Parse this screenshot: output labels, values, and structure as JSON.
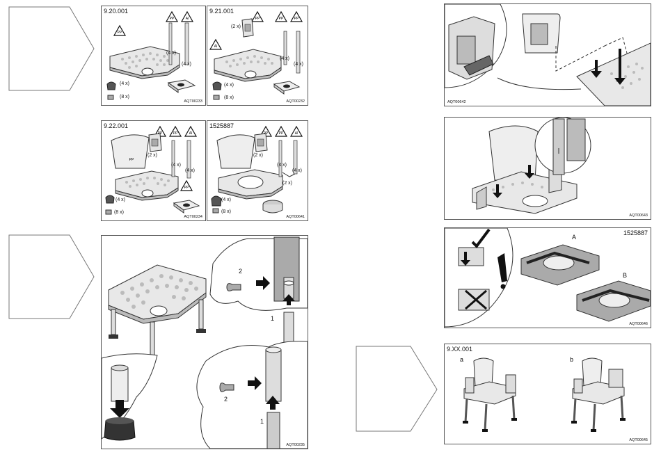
{
  "panels": {
    "p1": {
      "code": "9.20.001",
      "aqt": "AQT00233",
      "qty": [
        "(4 x)",
        "(4 x)",
        "(4 x)",
        "(8 x)"
      ],
      "recycle": [
        "PP",
        "PP",
        "Al"
      ]
    },
    "p2": {
      "code": "9.21.001",
      "aqt": "AQT00232",
      "qty": [
        "(2 x)",
        "(4 x)",
        "(4 x)",
        "(4 x)",
        "(8 x)"
      ],
      "recycle": [
        "PP",
        "PP",
        "PP",
        "Al"
      ]
    },
    "p3": {
      "code": "9.22.001",
      "aqt": "AQT00234",
      "qty": [
        "(2 x)",
        "(4 x)",
        "(4 x)",
        "(4 x)",
        "(8 x)"
      ],
      "recycle": [
        "PP",
        "PP",
        "PP",
        "Al",
        "PP"
      ]
    },
    "p4": {
      "code": "1525887",
      "aqt": "AQT00641",
      "qty": [
        "(2 x)",
        "(4 x)",
        "(4 x)",
        "(2 x)",
        "(4 x)",
        "(8 x)"
      ],
      "recycle": [
        "PP",
        "PP",
        "Al"
      ]
    },
    "p5": {
      "aqt": "AQT00235",
      "steps": [
        "2",
        "1",
        "2",
        "1"
      ]
    },
    "p6": {
      "aqt": "AQT00642"
    },
    "p7": {
      "aqt": "AQT00643"
    },
    "p8": {
      "code": "1525887",
      "aqt": "AQT00646",
      "labels": [
        "A",
        "B"
      ]
    },
    "p9": {
      "code": "9.XX.001",
      "aqt": "AQT00645",
      "labels": [
        "a",
        "b"
      ]
    }
  }
}
